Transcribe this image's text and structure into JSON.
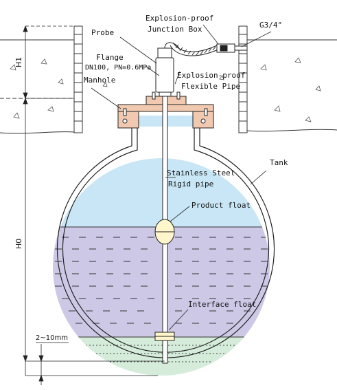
{
  "labels": {
    "explosion_proof_junction_box_l1": "Explosion-proof",
    "explosion_proof_junction_box_l2": "Junction Box",
    "g34": "G3/4\"",
    "probe": "Probe",
    "flange": "Flange",
    "flange_spec": "DN100, PN=0.6MPa",
    "explosion_proof_flexible_pipe_l1": "Explosion-proof",
    "explosion_proof_flexible_pipe_l2": "Flexible Pipe",
    "manhole": "Manhole",
    "tank": "Tank",
    "stainless_steel_rigid_pipe_l1": "Stainless Steel",
    "stainless_steel_rigid_pipe_l2": "Rigid pipe",
    "product_float": "Product float",
    "interface_float": "Interface float",
    "gap": "2~10mm",
    "h1": "H1",
    "h0": "H0"
  },
  "colors": {
    "air": "#c8e6f5",
    "product": "#cdc8e6",
    "water": "#d4ecd9",
    "flange": "#f0c9b0",
    "outline": "#222222"
  }
}
